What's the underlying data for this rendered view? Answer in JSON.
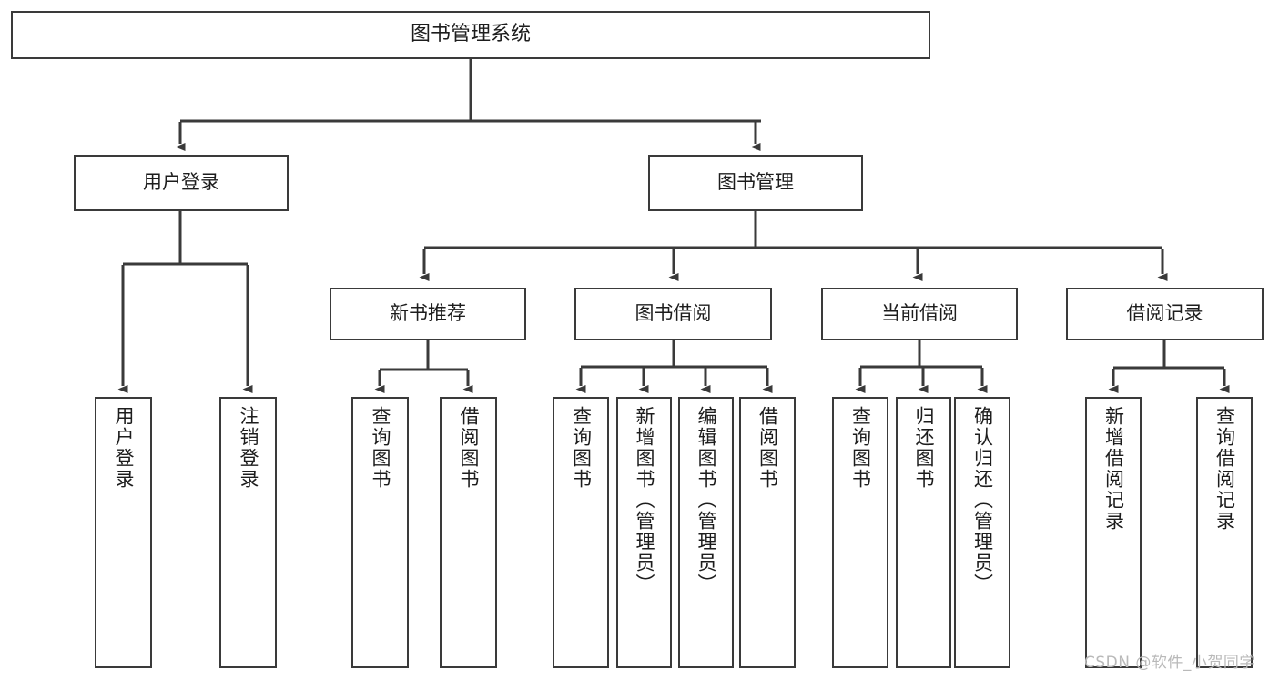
{
  "diagram": {
    "title": "图书管理系统",
    "watermark": "CSDN @软件_小贺同学",
    "stroke_color": "#3a3a3a",
    "text_color": "#1d1d1d",
    "background": "#ffffff",
    "nodes": {
      "root": {
        "label": "图书管理系统"
      },
      "level2": [
        {
          "label": "用户登录"
        },
        {
          "label": "图书管理"
        }
      ],
      "level3": [
        {
          "label": "新书推荐"
        },
        {
          "label": "图书借阅"
        },
        {
          "label": "当前借阅"
        },
        {
          "label": "借阅记录"
        }
      ],
      "leaves": {
        "user_login": [
          {
            "label": "用户登录"
          },
          {
            "label": "注销登录"
          }
        ],
        "new_book_recommend": [
          {
            "label": "查询图书"
          },
          {
            "label": "借阅图书"
          }
        ],
        "book_borrow": [
          {
            "label": "查询图书"
          },
          {
            "label": "新增图书（管理员）"
          },
          {
            "label": "编辑图书（管理员）"
          },
          {
            "label": "借阅图书"
          }
        ],
        "current_borrow": [
          {
            "label": "查询图书"
          },
          {
            "label": "归还图书"
          },
          {
            "label": "确认归还（管理员）"
          }
        ],
        "borrow_record": [
          {
            "label": "新增借阅记录"
          },
          {
            "label": "查询借阅记录"
          }
        ]
      }
    }
  }
}
